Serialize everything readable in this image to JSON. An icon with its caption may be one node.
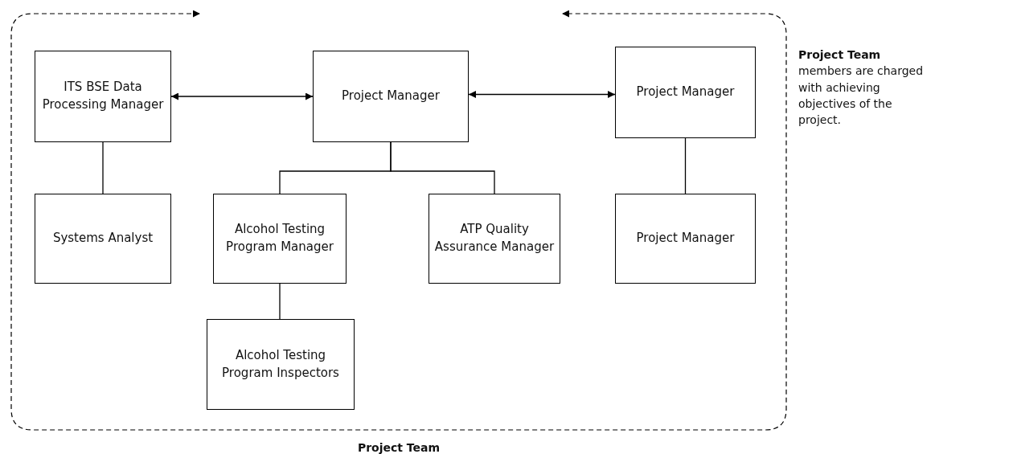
{
  "diagram": {
    "nodes": [
      {
        "text": [
          "Project Team"
        ]
      },
      {
        "text": [
          "ITS BSE Data Processing Manager"
        ],
        "in": 0
      },
      {
        "text": [
          "Project Manager"
        ],
        "in": 0
      },
      {
        "text": [
          "Project Manager"
        ],
        "in": 0
      },
      {
        "text": [
          "Systems Analyst"
        ],
        "in": 0
      },
      {
        "text": [
          "Alcohol Testing Program Manager"
        ],
        "in": 0
      },
      {
        "text": [
          "ATP Quality Assurance Manager"
        ],
        "in": 0
      },
      {
        "text": [
          "Project Manager"
        ],
        "in": 0
      },
      {
        "text": [
          "Alcohol Testing Program Inspectors"
        ],
        "in": 0
      }
    ],
    "edges": [
      {
        "from": 1,
        "to": 2,
        "arrow": "both"
      },
      {
        "from": 2,
        "to": 3,
        "arrow": "both"
      },
      {
        "from": 1,
        "to": 4,
        "arrow": "none"
      },
      {
        "from": 2,
        "to": 5,
        "arrow": "none"
      },
      {
        "from": 2,
        "to": 6,
        "arrow": "none"
      },
      {
        "from": 3,
        "to": 7,
        "arrow": "none"
      },
      {
        "from": 5,
        "to": 8,
        "arrow": "none"
      }
    ],
    "labels": [
      "**Project Team** members are charged with achieving objectives of the project."
    ]
  }
}
